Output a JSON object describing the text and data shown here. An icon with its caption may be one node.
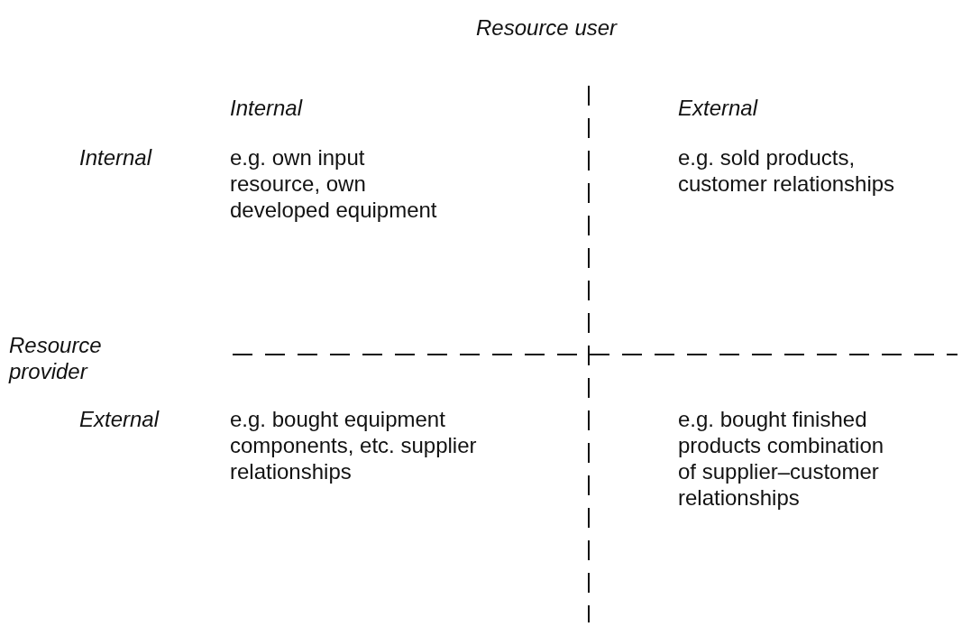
{
  "diagram": {
    "labels": [
      "Resource user",
      "Internal",
      "External",
      "Internal",
      "e.g. own input resource, own developed equipment",
      "e.g. sold products, customer relationships",
      "Resource provider",
      "External",
      "e.g. bought equipment components, etc. supplier relationships",
      "e.g. bought finished products combination of supplier–customer relationships"
    ]
  }
}
